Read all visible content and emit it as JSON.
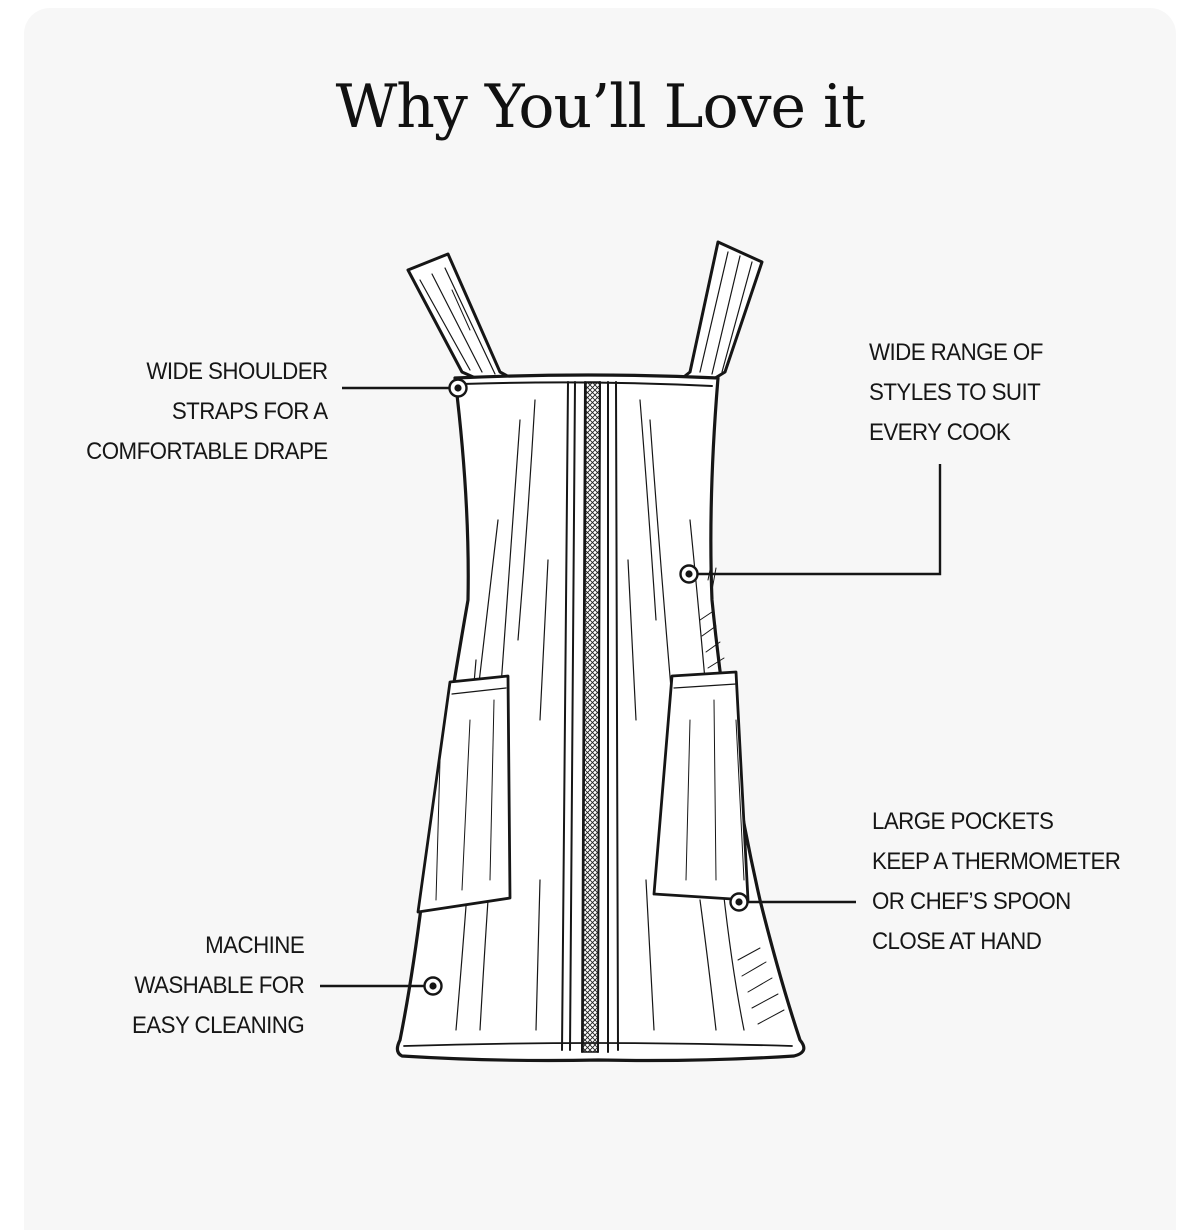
{
  "title": "Why You’ll Love it",
  "callouts": {
    "straps": [
      "WIDE SHOULDER",
      "STRAPS FOR A",
      "COMFORTABLE DRAPE"
    ],
    "styles": [
      "WIDE RANGE OF",
      "STYLES TO SUIT",
      "EVERY COOK"
    ],
    "pockets": [
      "LARGE POCKETS",
      "KEEP A THERMOMETER",
      "OR CHEF’S SPOON",
      "CLOSE AT HAND"
    ],
    "washable": [
      "MACHINE",
      "WASHABLE FOR",
      "EASY CLEANING"
    ]
  },
  "colors": {
    "background": "#f7f7f7",
    "ink": "#161616"
  }
}
